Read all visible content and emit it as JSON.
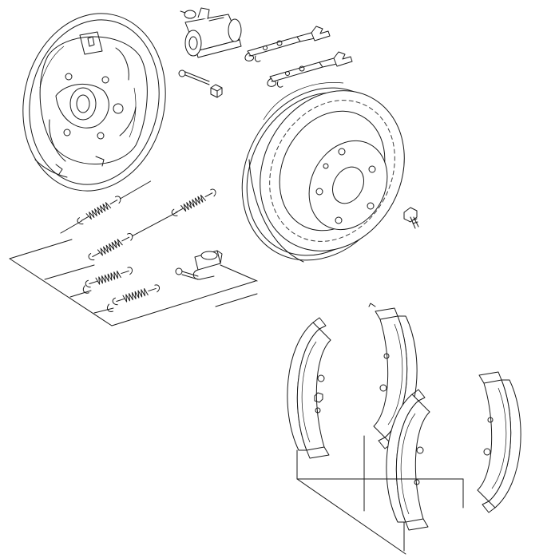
{
  "diagram": {
    "type": "exploded-parts-view",
    "line_color": "#1a1a1a",
    "background": "#ffffff",
    "parts": [
      {
        "id": "backing-plate",
        "icon": "brake-backing-plate-icon"
      },
      {
        "id": "wheel-cylinder",
        "icon": "wheel-cylinder-icon"
      },
      {
        "id": "adjuster-struts",
        "icon": "adjuster-strut-icon",
        "count": 2
      },
      {
        "id": "bleed-bolt",
        "icon": "bolt-icon"
      },
      {
        "id": "brake-drum",
        "icon": "brake-drum-icon"
      },
      {
        "id": "drum-screw",
        "icon": "screw-icon"
      },
      {
        "id": "return-springs",
        "icon": "coil-spring-icon",
        "count": 4
      },
      {
        "id": "hold-down-pin-kit",
        "icon": "hold-down-pin-icon"
      },
      {
        "id": "brake-shoes",
        "icon": "brake-shoe-icon",
        "count": 4
      }
    ],
    "leader_groups": [
      {
        "id": "spring-kit-leaders",
        "targets": 5
      },
      {
        "id": "shoe-set-leaders",
        "targets": 4
      }
    ]
  }
}
